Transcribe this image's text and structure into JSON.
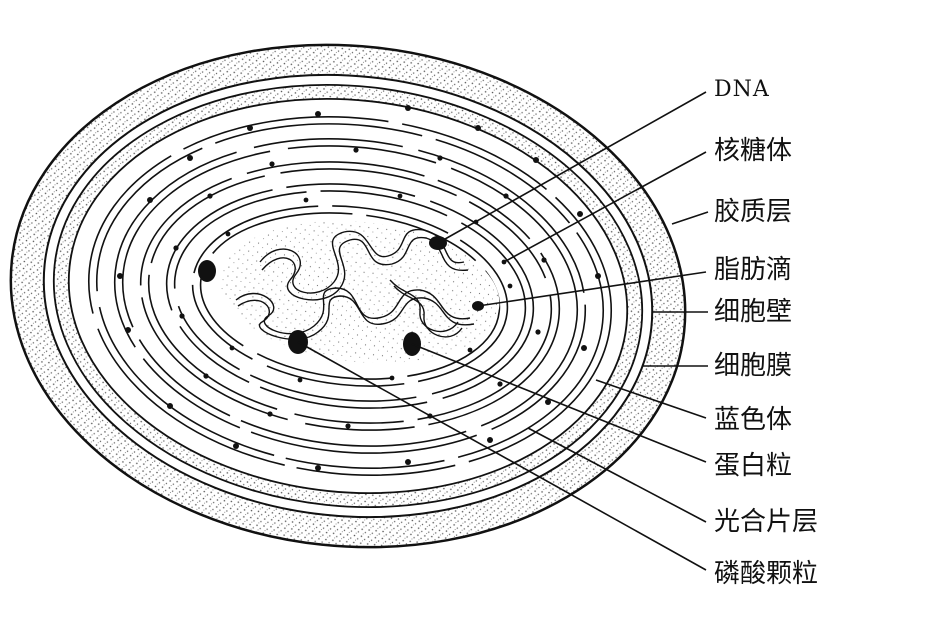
{
  "labels": {
    "dna": "DNA",
    "ribosome": "核糖体",
    "capsule": "胶质层",
    "lipid_droplet": "脂肪滴",
    "cell_wall": "细胞壁",
    "cell_membrane": "细胞膜",
    "cyanophycin_body": "蓝色体",
    "protein_granule": "蛋白粒",
    "thylakoid": "光合片层",
    "polyphosphate_granule": "磷酸颗粒"
  },
  "colors": {
    "ink": "#111111",
    "stipple": "#8a8a8a",
    "background": "#ffffff"
  }
}
